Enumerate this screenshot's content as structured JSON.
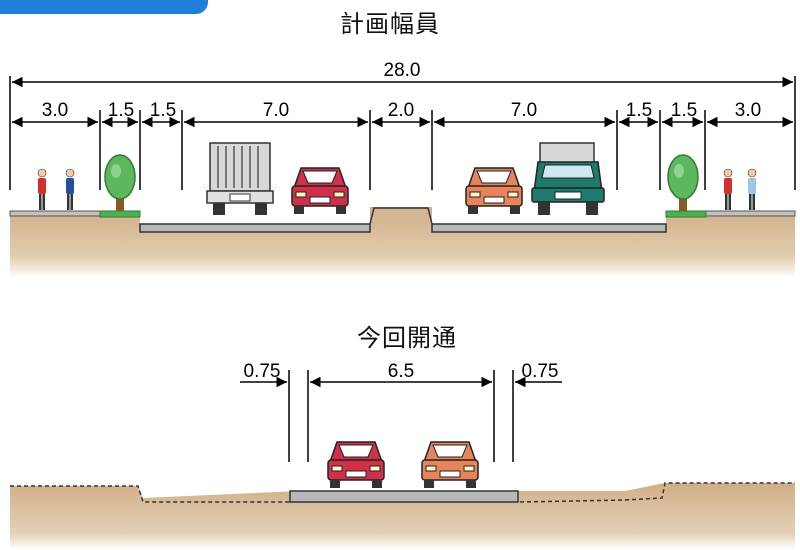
{
  "titles": {
    "planned": "計画幅員",
    "current": "今回開通"
  },
  "planned_section": {
    "total_width": "28.0",
    "segments": [
      "3.0",
      "1.5",
      "1.5",
      "7.0",
      "2.0",
      "7.0",
      "1.5",
      "1.5",
      "3.0"
    ]
  },
  "current_section": {
    "segments": [
      "0.75",
      "6.5",
      "0.75"
    ]
  },
  "colors": {
    "accent_tab": "#1f7fd8",
    "soil": "#d4b896",
    "pavement": "#b8b8b8",
    "grass": "#4caf50",
    "tree_foliage": "#5cb85c",
    "car_red": "#d0304a",
    "car_orange": "#e8845a",
    "truck_teal": "#1f7a6e"
  }
}
